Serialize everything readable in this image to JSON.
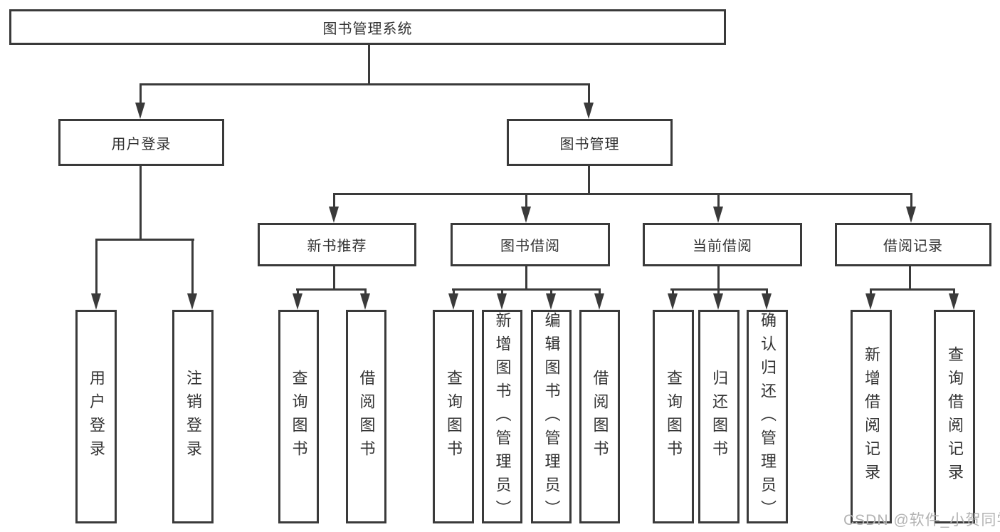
{
  "diagram": {
    "root": {
      "label": "图书管理系统"
    },
    "level2": [
      {
        "label": "用户登录"
      },
      {
        "label": "图书管理"
      }
    ],
    "level3": [
      {
        "label": "新书推荐"
      },
      {
        "label": "图书借阅"
      },
      {
        "label": "当前借阅"
      },
      {
        "label": "借阅记录"
      }
    ],
    "leaves_user_login": [
      "用户登录",
      "注销登录"
    ],
    "leaves_new_book_recommend": [
      "查询图书",
      "借阅图书"
    ],
    "leaves_book_borrow": [
      "查询图书",
      "新增图书（管理员）",
      "编辑图书（管理员）",
      "借阅图书"
    ],
    "leaves_current_borrow": [
      "查询图书",
      "归还图书",
      "确认归还（管理员）"
    ],
    "leaves_borrow_records": [
      "新增借阅记录",
      "查询借阅记录"
    ]
  },
  "watermark": "CSDN @软件_小贺同学",
  "colors": {
    "line": "#3a3a3a",
    "text": "#333333",
    "watermark": "#b3b3b3"
  }
}
